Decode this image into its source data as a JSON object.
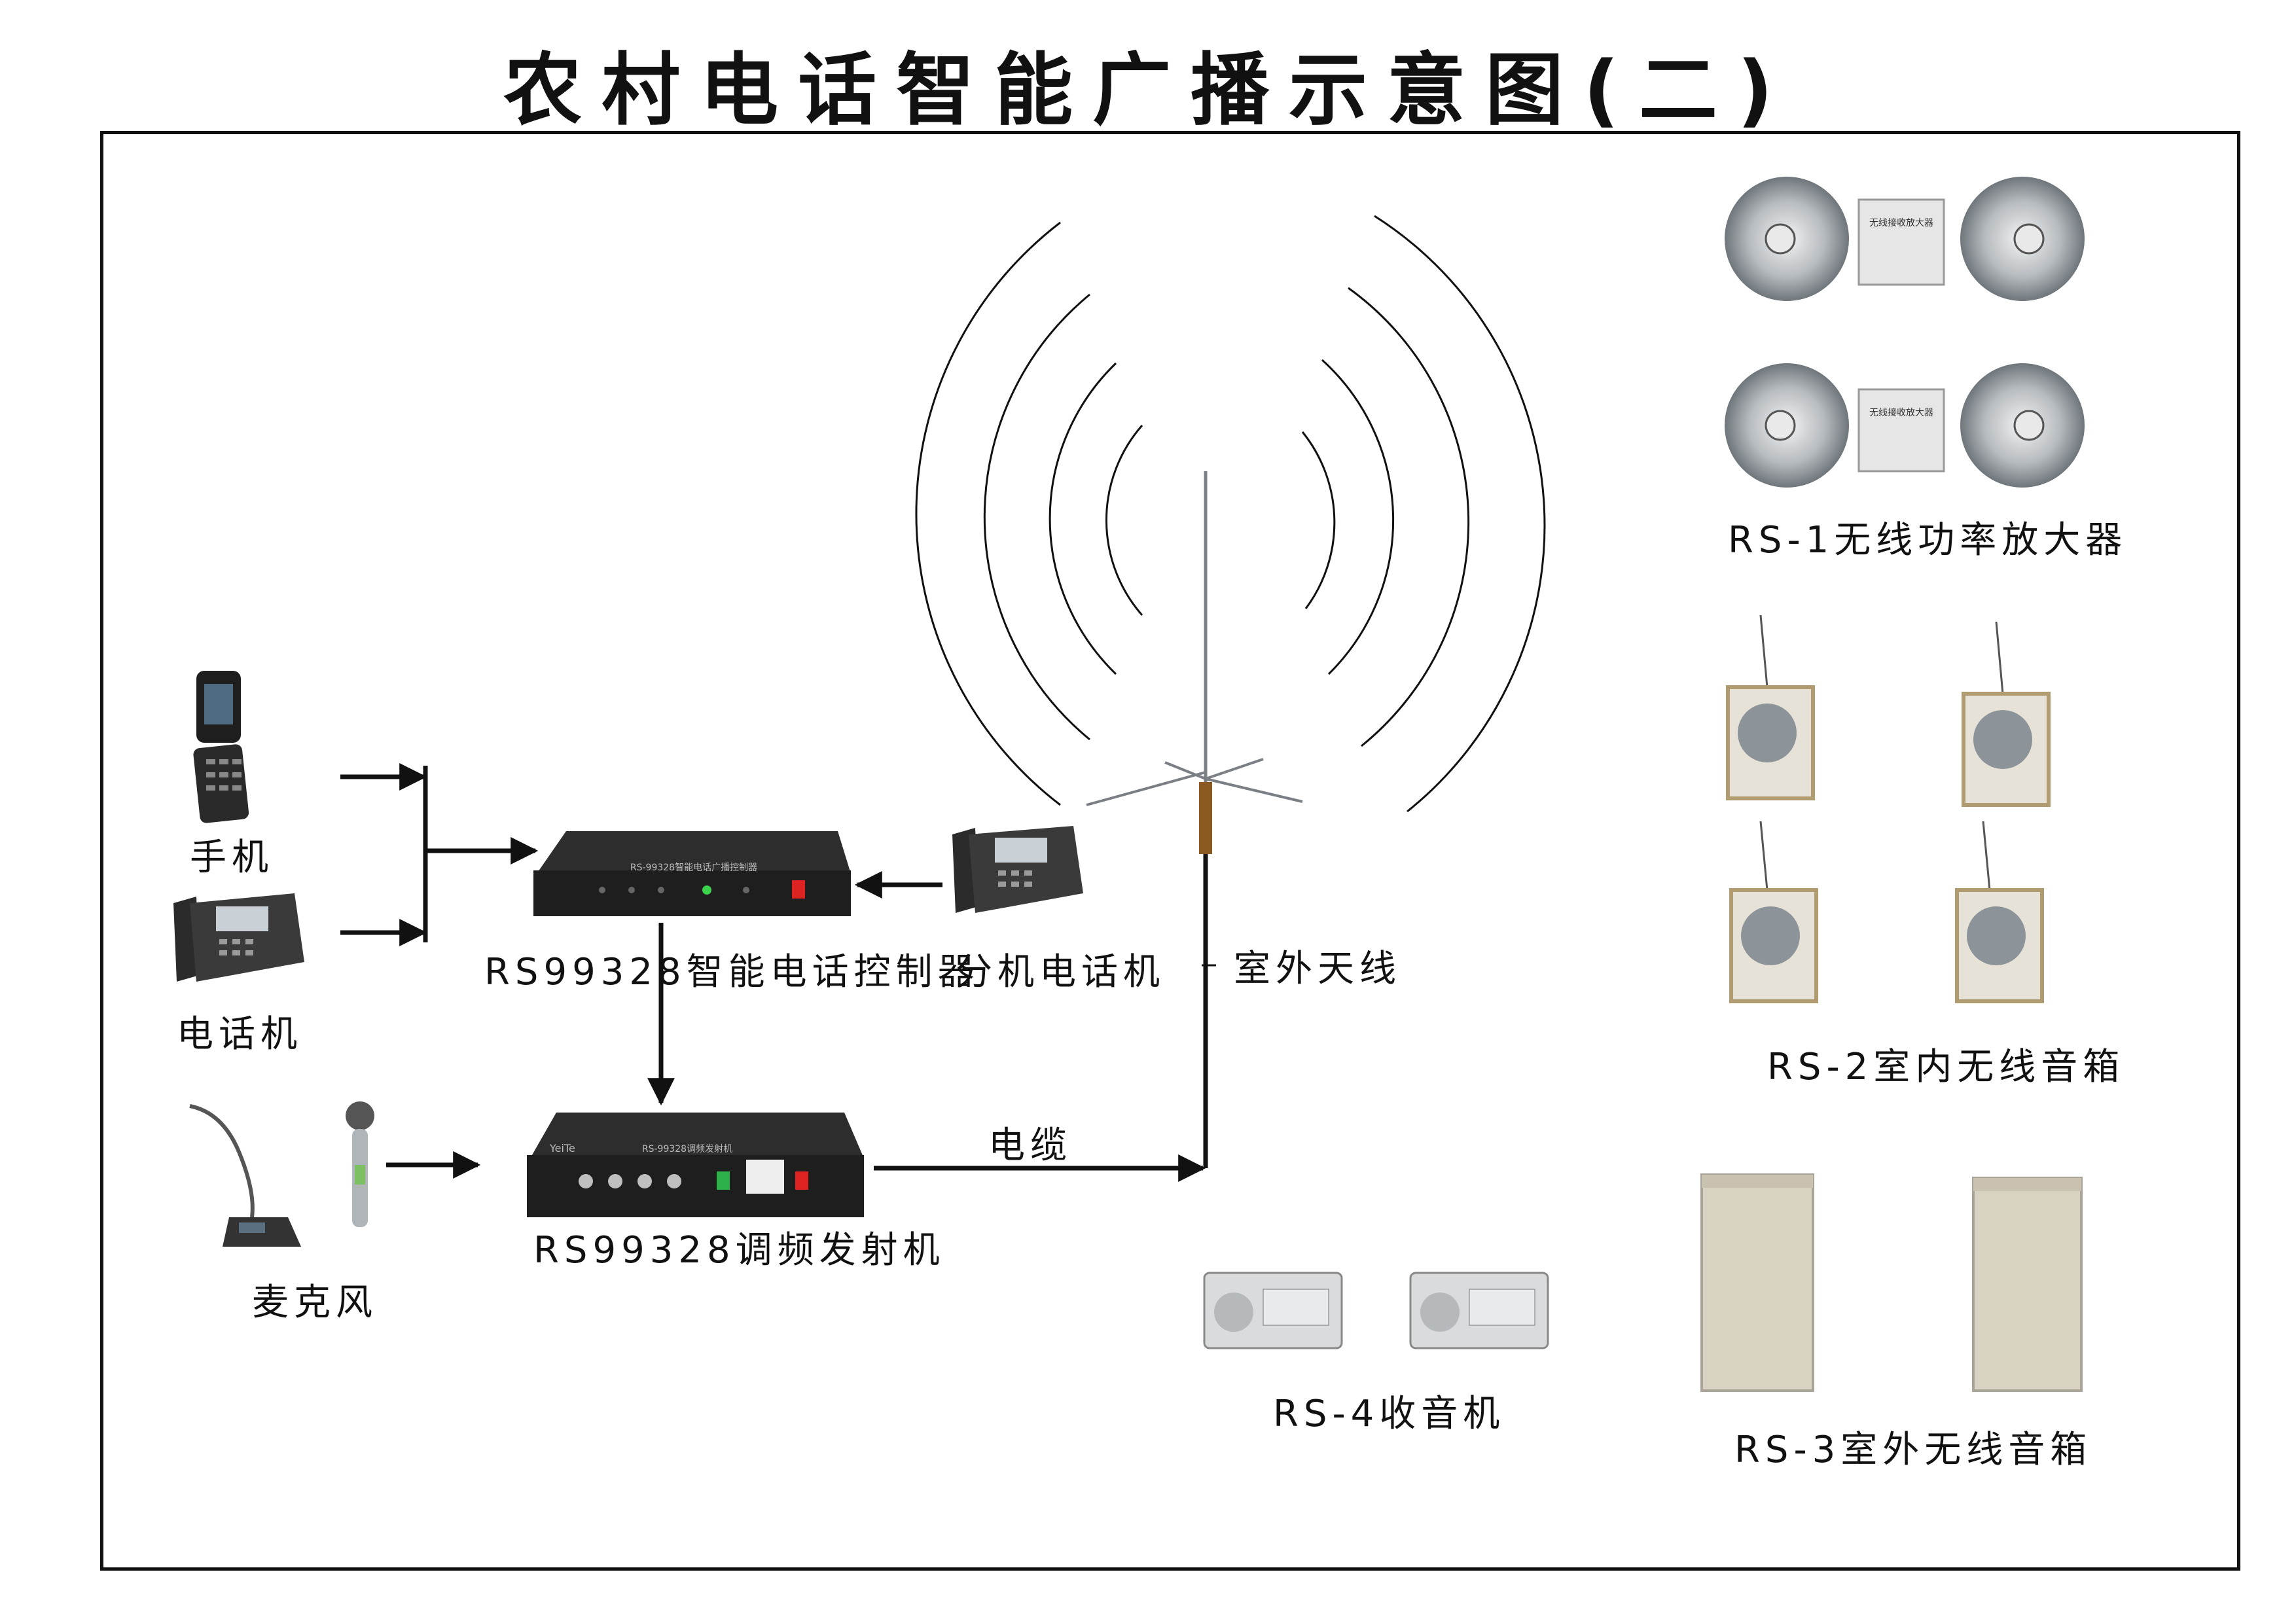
{
  "title": "农村电话智能广播示意图(二)",
  "labels": {
    "mobile_phone": "手机",
    "telephone": "电话机",
    "controller": "RS99328智能电话控制器",
    "extension_phone": "分机电话机",
    "outdoor_antenna": "室外天线",
    "microphone": "麦克风",
    "transmitter": "RS99328调频发射机",
    "cable": "电缆",
    "rs1": "RS-1无线功率放大器",
    "rs2": "RS-2室内无线音箱",
    "rs3": "RS-3室外无线音箱",
    "rs4": "RS-4收音机"
  },
  "device_panels": {
    "controller_face": "RS-99328智能电话广播控制器",
    "transmitter_brand": "YeiTe",
    "transmitter_face": "RS-99328调频发射机",
    "amp_face": "无线接收放大器"
  },
  "colors": {
    "line": "#111111",
    "device_dark": "#1e1e1e",
    "device_silver": "#c9c9c9",
    "speaker_box": "#d8d2c2"
  }
}
